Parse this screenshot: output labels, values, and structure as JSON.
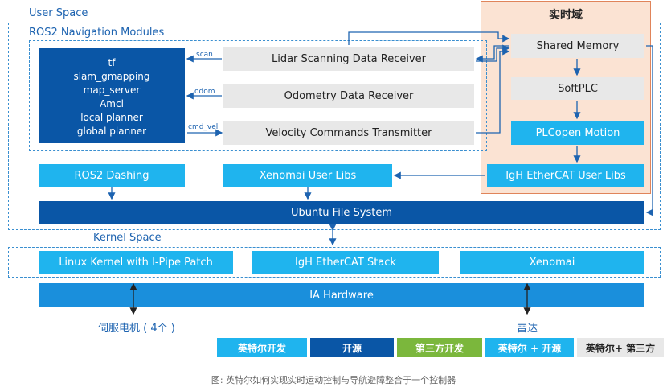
{
  "regions": {
    "user_space": "User Space",
    "ros2_modules": "ROS2 Navigation Modules",
    "realtime": "实时域",
    "kernel_space": "Kernel Space"
  },
  "nav_modules": [
    "tf",
    "slam_gmapping",
    "map_server",
    "Amcl",
    "local planner",
    "global planner"
  ],
  "receivers": {
    "lidar": "Lidar Scanning Data Receiver",
    "odometry": "Odometry Data Receiver",
    "velocity": "Velocity Commands Transmitter"
  },
  "topics": {
    "scan": "scan",
    "odom": "odom",
    "cmd_vel": "cmd_vel"
  },
  "realtime_blocks": {
    "shared_memory": "Shared Memory",
    "softplc": "SoftPLC",
    "plcopen": "PLCopen Motion",
    "igh_user_libs": "IgH EtherCAT User Libs"
  },
  "libs": {
    "ros2_dashing": "ROS2 Dashing",
    "xenomai_user_libs": "Xenomai User Libs",
    "ubuntu_fs": "Ubuntu File System"
  },
  "kernel": {
    "linux_kernel": "Linux Kernel with I-Pipe Patch",
    "igh_stack": "IgH EtherCAT Stack",
    "xenomai": "Xenomai"
  },
  "hardware": "IA Hardware",
  "devices": {
    "servo": "伺服电机 ( 4个 )",
    "radar": "雷达"
  },
  "legend": [
    {
      "label": "英特尔开发",
      "color": "#1fb4ee"
    },
    {
      "label": "开源",
      "color": "#0a56a6"
    },
    {
      "label": "第三方开发",
      "color": "#7bb73c"
    },
    {
      "label": "英特尔 + 开源",
      "color": "#1fb4ee"
    },
    {
      "label": "英特尔+ 第三方",
      "color": "#e8e8e8"
    }
  ],
  "caption": "图: 英特尔如何实现实时运动控制与导航避障整合于一个控制器"
}
